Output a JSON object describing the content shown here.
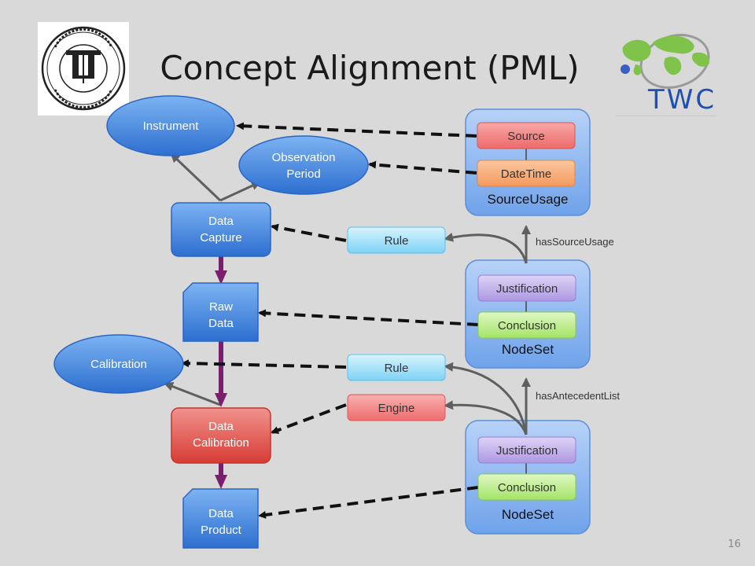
{
  "slide": {
    "title": "Concept Alignment (PML)",
    "page_number": "16"
  },
  "logos": {
    "rpi": {
      "name": "RENSSELAER POLYTECHNIC INSTITUTE",
      "year": "• 1824 •"
    },
    "twc": {
      "text": "TWC"
    }
  },
  "nodes": {
    "instrument": "Instrument",
    "observation_period": [
      "Observation",
      "Period"
    ],
    "data_capture": [
      "Data",
      "Capture"
    ],
    "raw_data": [
      "Raw",
      "Data"
    ],
    "calibration": "Calibration",
    "data_calibration": [
      "Data",
      "Calibration"
    ],
    "data_product": [
      "Data",
      "Product"
    ],
    "rule_1": "Rule",
    "rule_2": "Rule",
    "engine": "Engine",
    "source": "Source",
    "datetime": "DateTime",
    "sourceusage_label": "SourceUsage",
    "justification_1": "Justification",
    "conclusion_1": "Conclusion",
    "nodeset_1_label": "NodeSet",
    "justification_2": "Justification",
    "conclusion_2": "Conclusion",
    "nodeset_2_label": "NodeSet"
  },
  "edge_labels": {
    "has_source_usage": "hasSourceUsage",
    "has_antecedent_list": "hasAntecedentList"
  },
  "colors": {
    "blue": "#3f86dd",
    "red": "#e04a43",
    "purple_arrow": "#7a1f6e",
    "source": "#ef6d6d",
    "datetime": "#f6a26a",
    "rule": "#7fd6f6",
    "engine": "#ef6d6d",
    "justification": "#b8a2e6",
    "conclusion": "#a6e86a"
  }
}
